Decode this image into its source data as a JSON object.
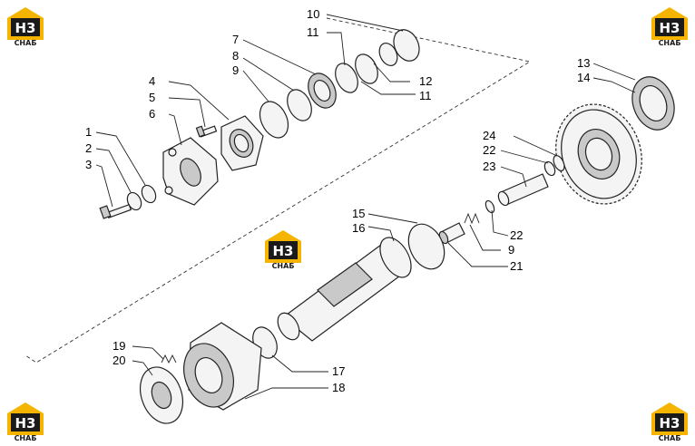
{
  "logo": {
    "letters": "H3",
    "sub": "CHAБ",
    "accent": "#f5b400",
    "dark": "#1a1a1a"
  },
  "callouts": [
    "10",
    "11",
    "7",
    "8",
    "9",
    "12",
    "11",
    "4",
    "5",
    "6",
    "1",
    "2",
    "3",
    "13",
    "14",
    "24",
    "22",
    "23",
    "22",
    "15",
    "16",
    "9",
    "21",
    "19",
    "20",
    "17",
    "18"
  ]
}
